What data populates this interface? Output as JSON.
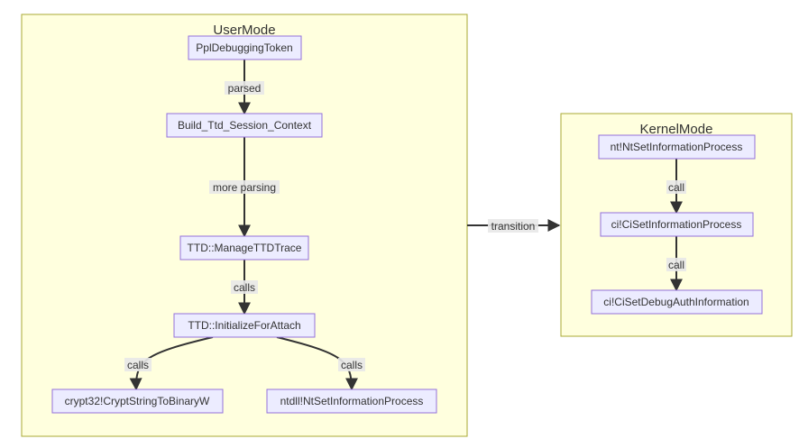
{
  "clusters": {
    "user": {
      "title": "UserMode"
    },
    "kernel": {
      "title": "KernelMode"
    }
  },
  "nodes": {
    "ppl": "PplDebuggingToken",
    "build": "Build_Ttd_Session_Context",
    "manage": "TTD::ManageTTDTrace",
    "init": "TTD::InitializeForAttach",
    "crypt": "crypt32!CryptStringToBinaryW",
    "ntdll": "ntdll!NtSetInformationProcess",
    "nt": "nt!NtSetInformationProcess",
    "ci1": "ci!CiSetInformationProcess",
    "ci2": "ci!CiSetDebugAuthInformation"
  },
  "edges": {
    "e1": "parsed",
    "e2": "more parsing",
    "e3": "calls",
    "e4": "calls",
    "e5": "calls",
    "e6": "transition",
    "e7": "call",
    "e8": "call"
  },
  "colors": {
    "cluster_fill": "#ffffde",
    "cluster_border": "#aaaa33",
    "node_fill": "#ececff",
    "node_border": "#9370db",
    "edge": "#333333"
  }
}
